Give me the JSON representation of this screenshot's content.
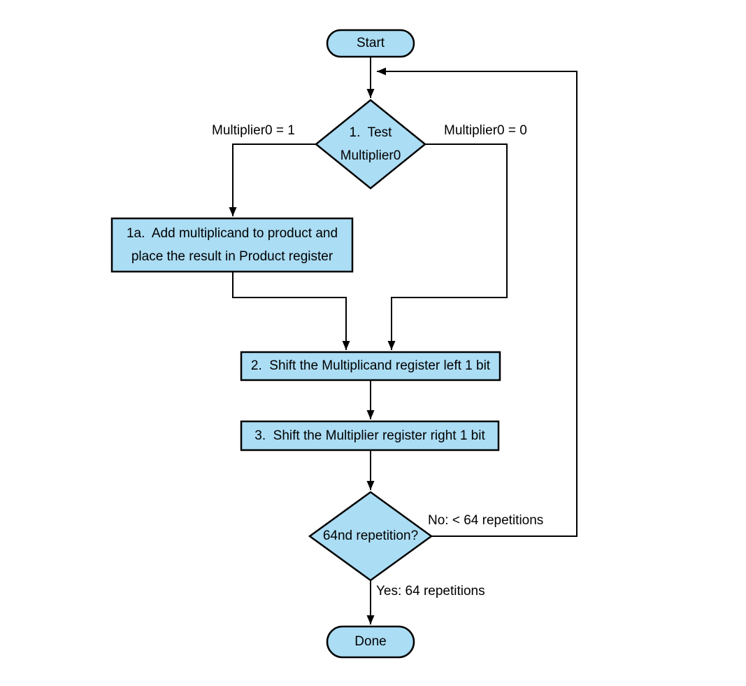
{
  "colors": {
    "shape_fill": "#ABDDF4",
    "shape_stroke": "#000000",
    "line": "#000000",
    "text": "#000000",
    "background": "#ffffff"
  },
  "nodes": {
    "start": {
      "label": "Start"
    },
    "decision1": {
      "line1": "1.  Test",
      "line2": "Multiplier0"
    },
    "box1a": {
      "line1": "1a.  Add multiplicand to product and",
      "line2": "place the result in Product register"
    },
    "box2": {
      "label": "2.  Shift the Multiplicand register left 1 bit"
    },
    "box3": {
      "label": "3.  Shift the Multiplier register right 1 bit"
    },
    "decision2": {
      "label": "64nd repetition?"
    },
    "done": {
      "label": "Done"
    }
  },
  "edge_labels": {
    "multiplier0_eq_1": "Multiplier0 = 1",
    "multiplier0_eq_0": "Multiplier0 = 0",
    "no_branch": "No: < 64 repetitions",
    "yes_branch": "Yes: 64 repetitions"
  }
}
